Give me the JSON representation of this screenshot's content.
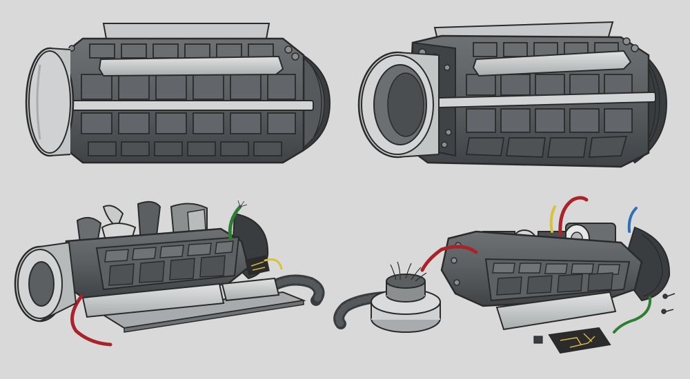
{
  "scene": {
    "background": "#d9d9d9",
    "outline": "#2a2a2a",
    "colors": {
      "light_gray": "#c9cbcb",
      "mid_gray": "#8c8f90",
      "dark_gray": "#5b5f61",
      "charcoal": "#3b3f42",
      "rib_gray": "#707477",
      "wire_red": "#a8232a",
      "wire_green": "#2e7d32",
      "wire_blue": "#2f6fb3",
      "wire_yellow": "#d8c23a",
      "chip_black": "#2b2b2b",
      "chip_trace": "#d9b64a"
    },
    "panels": [
      {
        "name": "cylinder-intact-side-view"
      },
      {
        "name": "cylinder-intact-angled-view"
      },
      {
        "name": "cylinder-damaged-side-view"
      },
      {
        "name": "cylinder-damaged-angled-view"
      }
    ]
  }
}
